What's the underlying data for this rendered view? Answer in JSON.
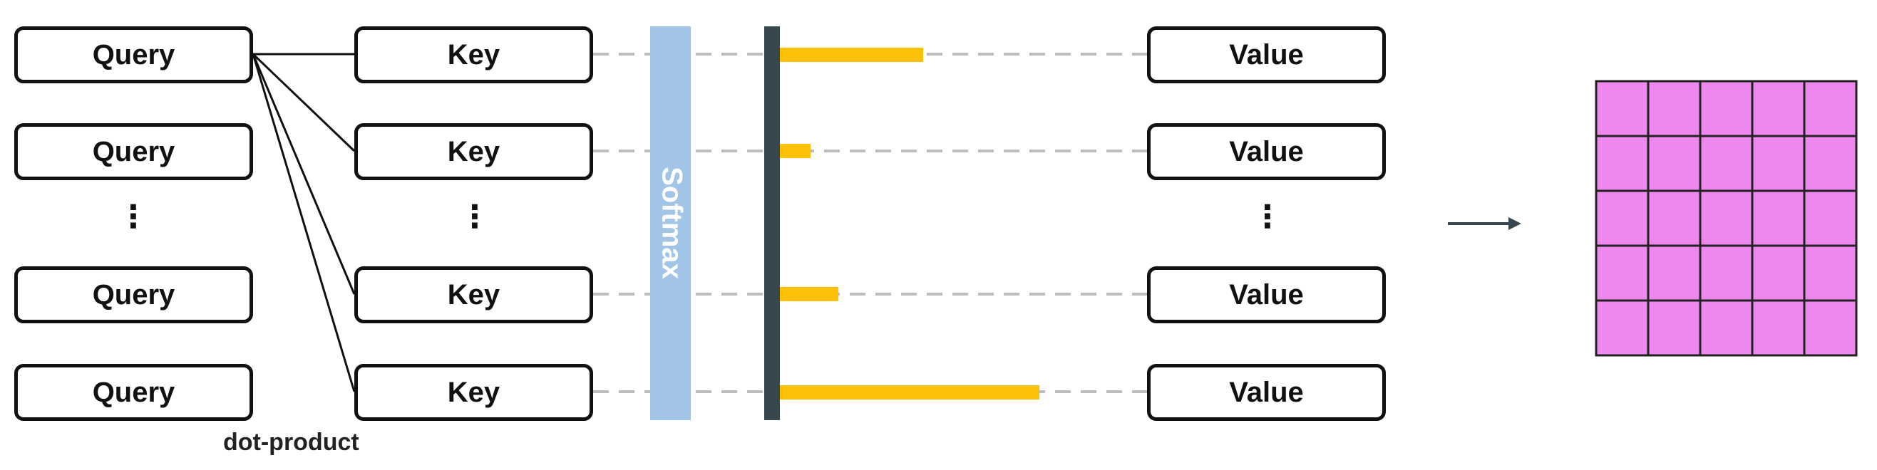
{
  "queries": [
    "Query",
    "Query",
    "Query",
    "Query"
  ],
  "keys": [
    "Key",
    "Key",
    "Key",
    "Key"
  ],
  "values": [
    "Value",
    "Value",
    "Value",
    "Value"
  ],
  "ellipsis": "⋮",
  "caption": "dot-product",
  "softmax_label": "Softmax",
  "attention_weights": [
    0.41,
    0.09,
    0.17,
    0.74
  ],
  "colors": {
    "box_border": "#111111",
    "softmax_bar": "#a2c4e6",
    "axis_bar": "#37474f",
    "weight_bar": "#fdc008",
    "dashed_line": "#bdbdbd",
    "output_grid": "#ee88ee",
    "arrow": "#37474f"
  },
  "output_grid": {
    "rows": 5,
    "cols": 5
  }
}
